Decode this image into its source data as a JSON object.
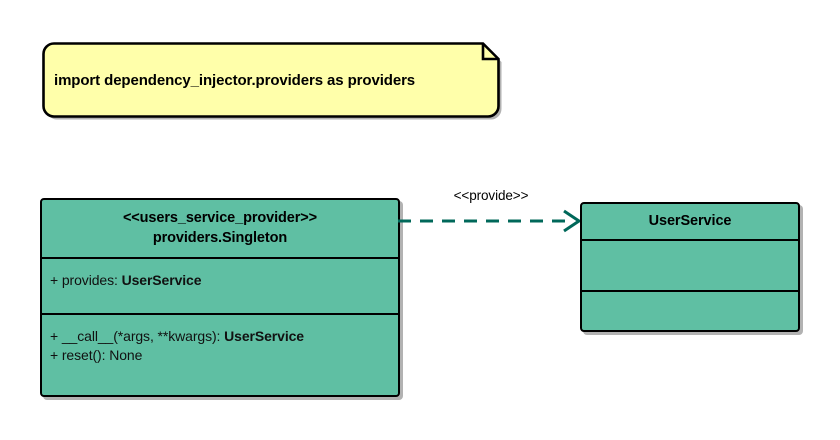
{
  "diagram": {
    "type": "uml-class-diagram",
    "background_color": "#ffffff",
    "colors": {
      "note_fill": "#ffffaa",
      "class_fill": "#5fbfa3",
      "border": "#000000",
      "relation": "#00685a",
      "shadow": "rgba(0,0,0,0.30)"
    },
    "note": {
      "text": "import dependency_injector.providers as providers"
    },
    "classes": [
      {
        "id": "users-service-provider",
        "stereotype": "<<users_service_provider>>",
        "name": "providers.Singleton",
        "attributes": [
          {
            "prefix": "+ provides: ",
            "type": "UserService"
          }
        ],
        "operations": [
          {
            "prefix": "+ __call__(*args, **kwargs): ",
            "type": "UserService"
          },
          {
            "prefix": "+ reset(): None",
            "type": ""
          }
        ]
      },
      {
        "id": "userservice",
        "stereotype": "",
        "name": "UserService",
        "attributes": [],
        "operations": []
      }
    ],
    "relations": [
      {
        "id": "provide",
        "label": "<<provide>>",
        "style": "dashed",
        "arrowhead": "open",
        "from": "users-service-provider",
        "to": "userservice"
      }
    ]
  }
}
